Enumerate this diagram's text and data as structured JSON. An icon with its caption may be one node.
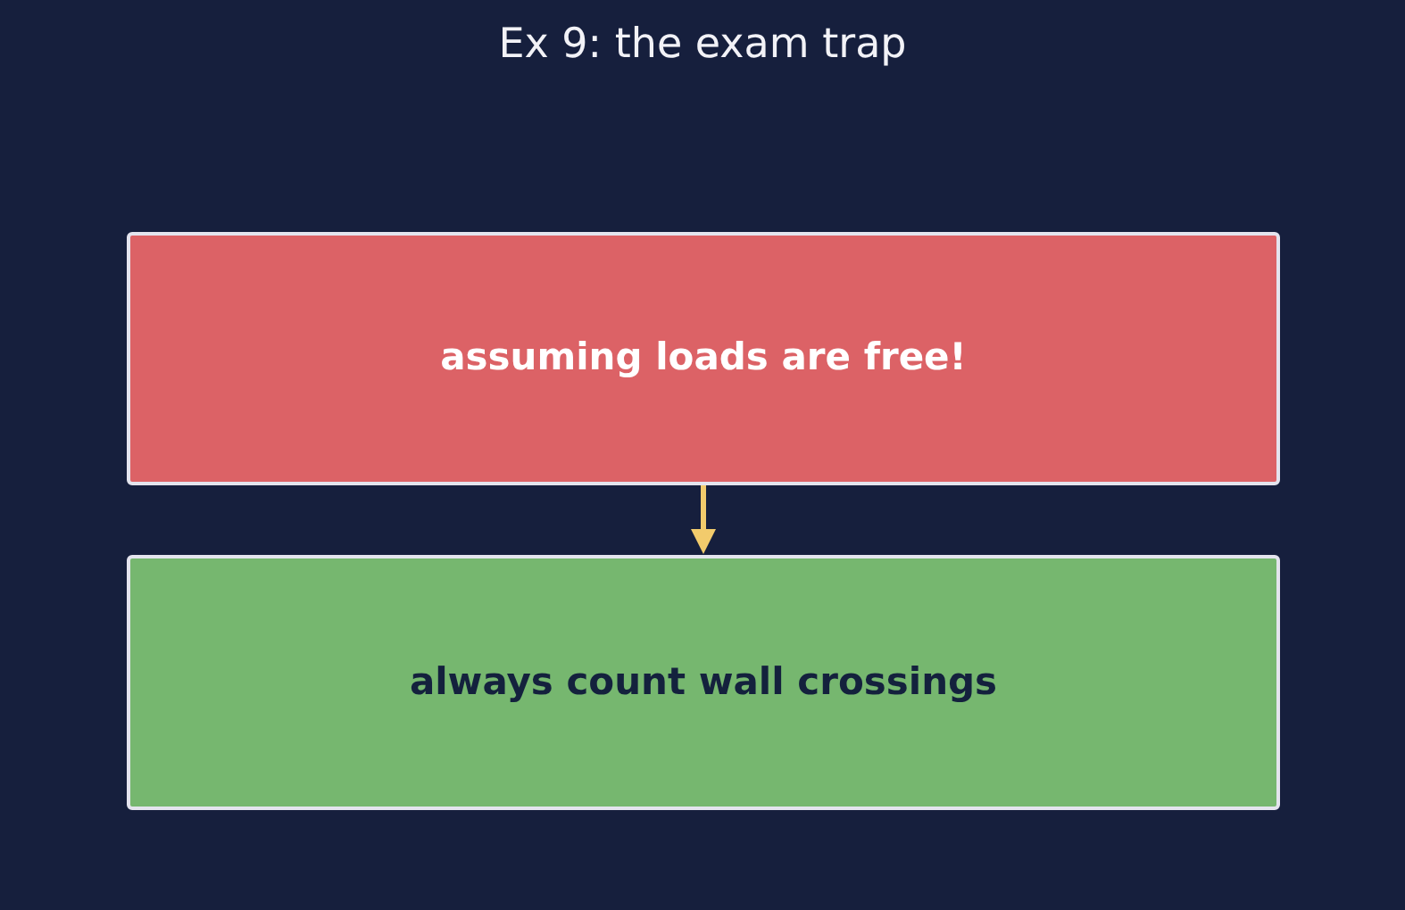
{
  "diagram": {
    "title": "Ex 9: the exam trap",
    "nodes": [
      {
        "text": [
          "assuming loads are free!"
        ]
      },
      {
        "text": [
          "always count wall crossings"
        ]
      }
    ],
    "edges": [
      {
        "from": 0,
        "to": 1,
        "arrow": "to"
      }
    ]
  }
}
